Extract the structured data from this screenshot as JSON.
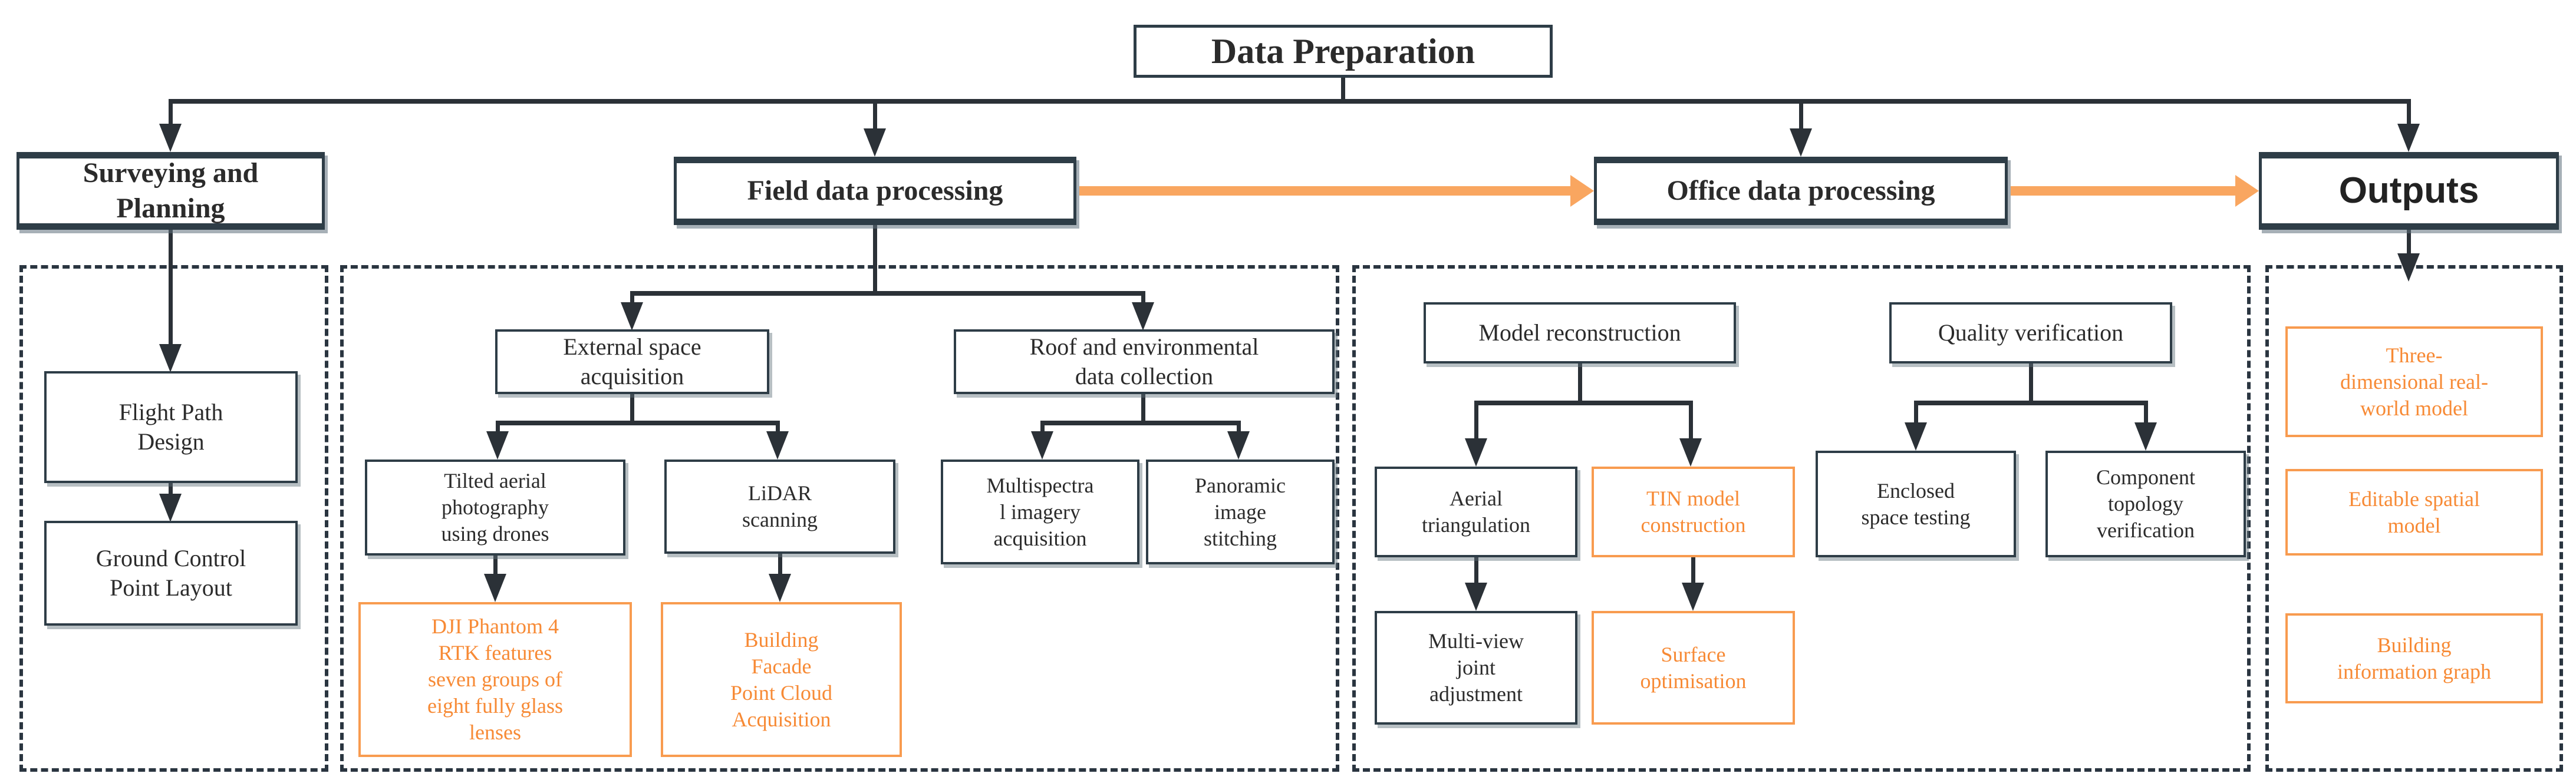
{
  "title": "Data Preparation",
  "colors": {
    "dark_border": "#2e3d47",
    "line": "#2b3137",
    "orange_border": "#f89b4f",
    "orange_text": "#f78a35",
    "orange_arrow": "#f9a660"
  },
  "level2": {
    "surveying": "Surveying and\nPlanning",
    "field": "Field data processing",
    "office": "Office data processing",
    "outputs": "Outputs"
  },
  "surveying_panel": {
    "flight": "Flight Path\nDesign",
    "gcp": "Ground Control\nPoint Layout"
  },
  "field_panel": {
    "external": "External space\nacquisition",
    "roof": "Roof and environmental\ndata collection",
    "tilted": "Tilted aerial\nphotography\nusing drones",
    "lidar": "LiDAR\nscanning",
    "multispectral": "Multispectra\nl imagery\nacquisition",
    "panoramic": "Panoramic\nimage\nstitching",
    "dji": "DJI Phantom 4\nRTK features\nseven groups of\neight fully glass\nlenses",
    "facade": "Building\nFacade\nPoint Cloud\nAcquisition"
  },
  "office_panel": {
    "model_recon": "Model reconstruction",
    "quality": "Quality verification",
    "aerial_tri": "Aerial\ntriangulation",
    "tin": "TIN model\nconstruction",
    "multiview": "Multi-view\njoint\nadjustment",
    "surface": "Surface\noptimisation",
    "enclosed": "Enclosed\nspace testing",
    "topology": "Component\ntopology\nverification"
  },
  "outputs_panel": {
    "threed": "Three-\ndimensional real-\nworld model",
    "editable": "Editable spatial\nmodel",
    "big": "Building\ninformation graph"
  }
}
